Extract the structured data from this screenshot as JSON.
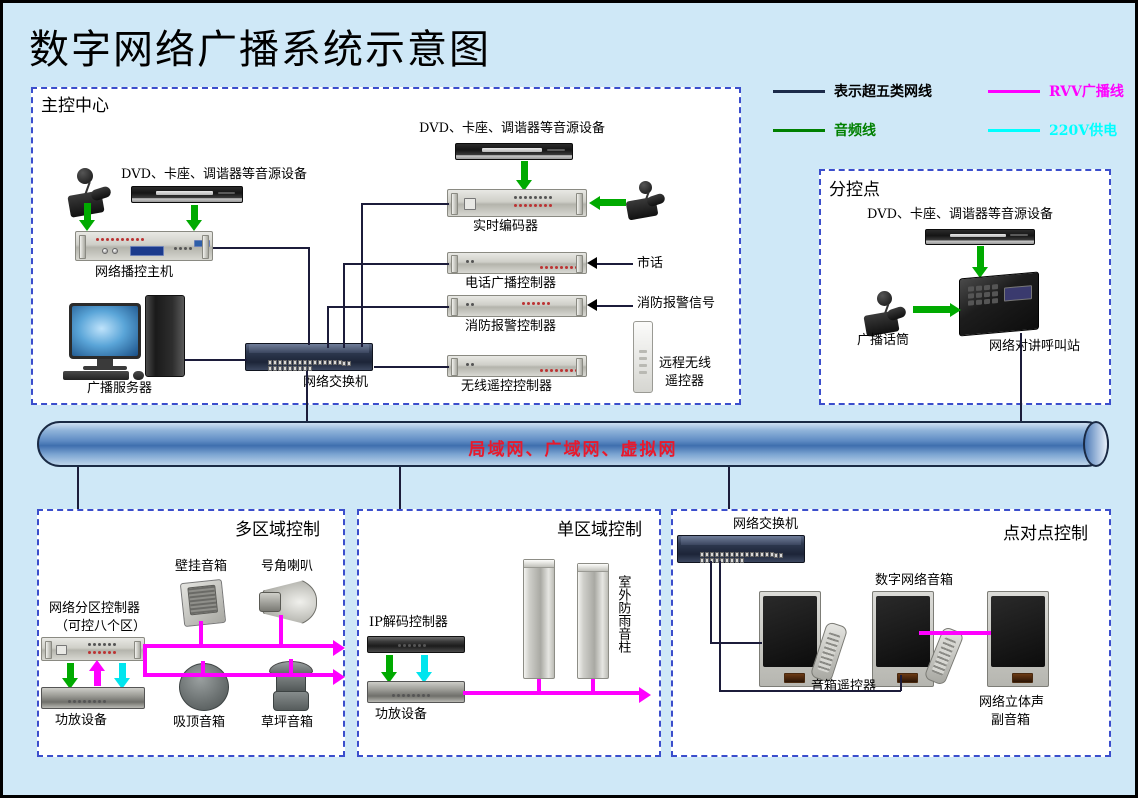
{
  "title": "数字网络广播系统示意图",
  "colors": {
    "background": "#cfe8f7",
    "panel_border": "#3b4ecc",
    "network_line": "#1c1c3a",
    "audio_line": "#008000",
    "rvv_line": "#ff00ff",
    "power_line": "#00ffff",
    "pipe_label": "#e8192c"
  },
  "legend": [
    {
      "label": "表示超五类网线",
      "color": "#1c2b4a",
      "text_color": "#000000"
    },
    {
      "label": "RVV广播线",
      "color": "#ff00ff",
      "text_color": "#ff00ff"
    },
    {
      "label": "音频线",
      "color": "#008000",
      "text_color": "#008000"
    },
    {
      "label": "220V供电",
      "color": "#00ffff",
      "text_color": "#00ffff"
    }
  ],
  "network_pipe": {
    "label": "局域网、广域网、虚拟网"
  },
  "panels": {
    "main_control": {
      "title": "主控中心",
      "devices": {
        "source_left": "DVD、卡座、调谐器等音源设备",
        "broadcast_host": "网络播控主机",
        "broadcast_server": "广播服务器",
        "network_switch": "网络交换机",
        "source_mid": "DVD、卡座、调谐器等音源设备",
        "realtime_encoder": "实时编码器",
        "telephone_controller": "电话广播控制器",
        "telephone_input": "市话",
        "fire_alarm_controller": "消防报警控制器",
        "fire_alarm_input": "消防报警信号",
        "wireless_controller": "无线遥控控制器",
        "remote_wireless": "远程无线\n遥控器",
        "remote_wireless_l1": "远程无线",
        "remote_wireless_l2": "遥控器"
      }
    },
    "sub_control": {
      "title": "分控点",
      "devices": {
        "source": "DVD、卡座、调谐器等音源设备",
        "microphone": "广播话筒",
        "call_station": "网络对讲呼叫站"
      }
    },
    "multi_zone": {
      "title": "多区域控制",
      "devices": {
        "zone_controller_l1": "网络分区控制器",
        "zone_controller_l2": "（可控八个区）",
        "amplifier": "功放设备",
        "wall_speaker": "壁挂音箱",
        "horn_speaker": "号角喇叭",
        "ceiling_speaker": "吸顶音箱",
        "lawn_speaker": "草坪音箱"
      }
    },
    "single_zone": {
      "title": "单区域控制",
      "devices": {
        "ip_decoder": "IP解码控制器",
        "amplifier": "功放设备",
        "column_speaker": "室外防雨音柱"
      }
    },
    "point_to_point": {
      "title": "点对点控制",
      "devices": {
        "network_switch": "网络交换机",
        "digital_speaker": "数字网络音箱",
        "speaker_remote": "音箱遥控器",
        "stereo_sub_l1": "网络立体声",
        "stereo_sub_l2": "副音箱"
      }
    }
  }
}
